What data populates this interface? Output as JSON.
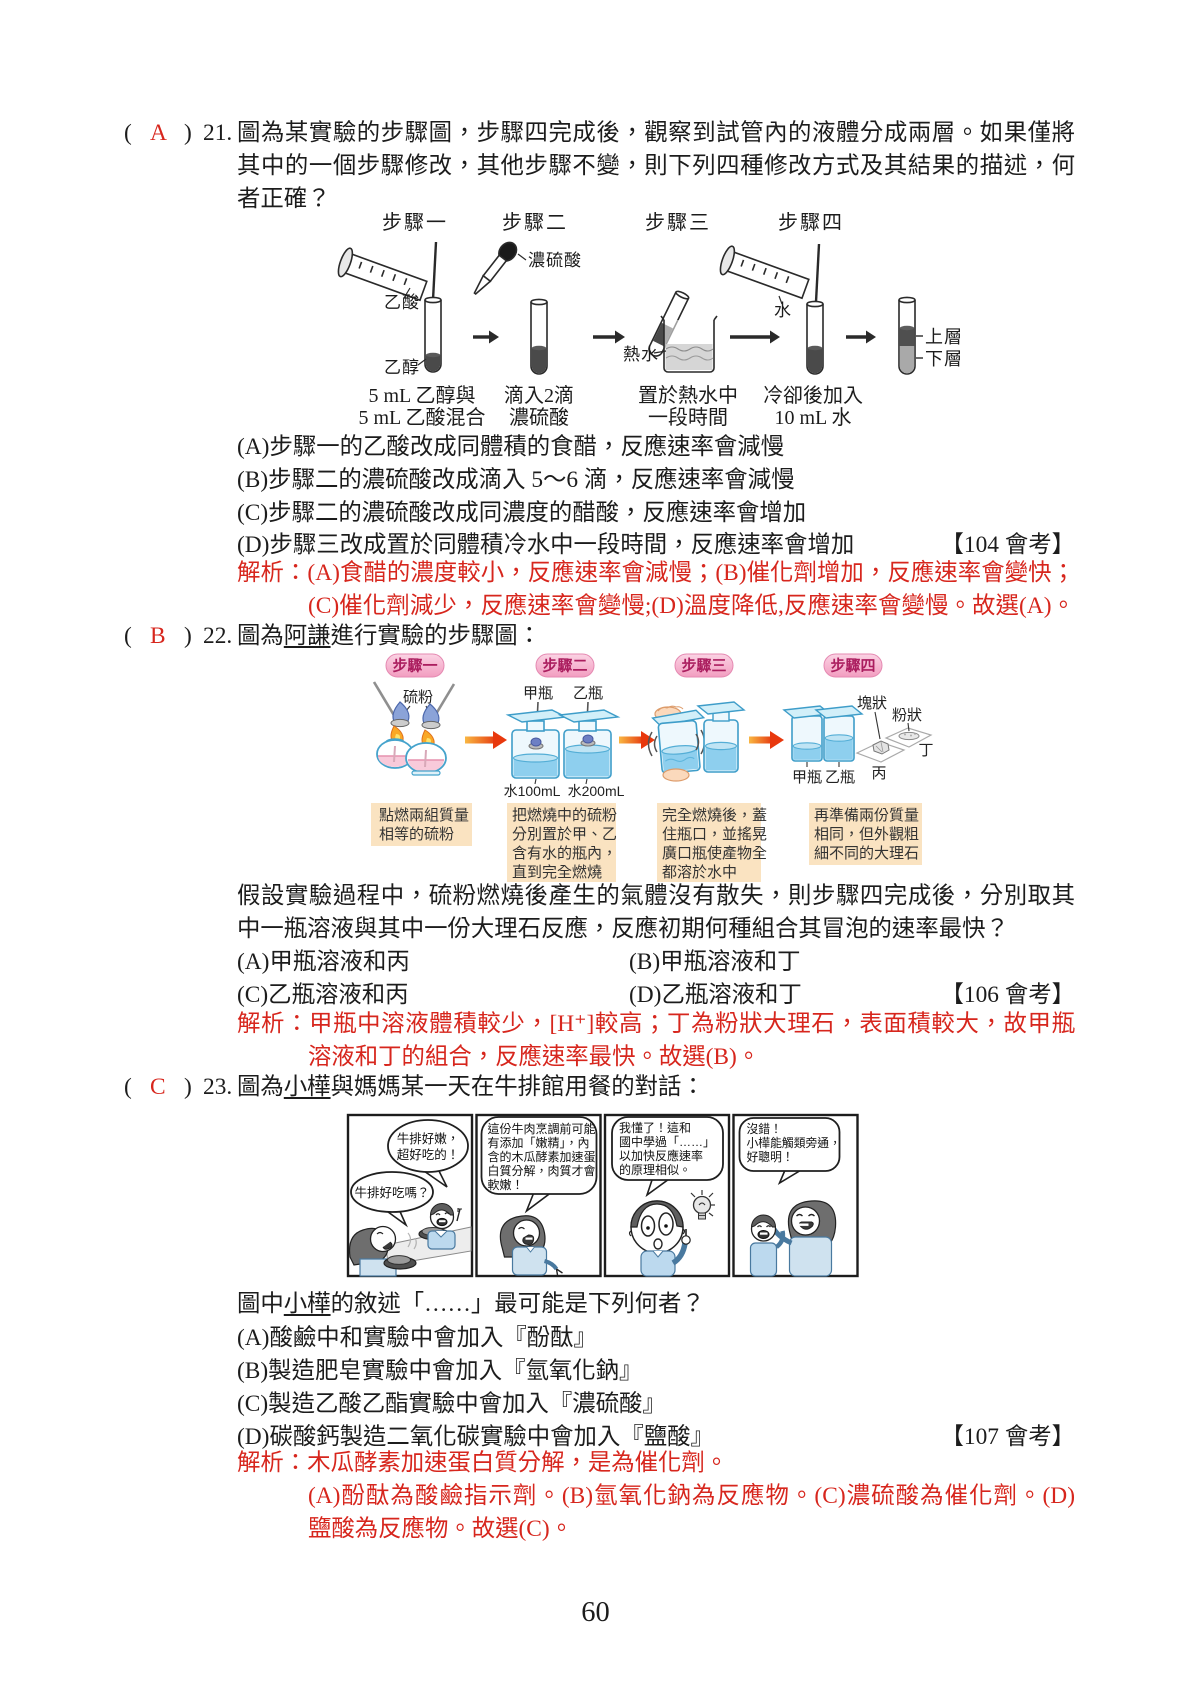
{
  "page": {
    "number": "60"
  },
  "colors": {
    "red": "#d7261d",
    "text": "#1c1c1c",
    "pill_fill": "#f7b9d3",
    "pill_text": "#ab1e5f",
    "caption_box": "#fae3c1",
    "bottle_outline": "#3e9dc9",
    "water": "#8ecfee",
    "arrow_orange_from": "#f9b742",
    "arrow_orange_to": "#e84816"
  },
  "q21": {
    "marker_open": "(",
    "answer": "A",
    "marker_close": ")",
    "number": "21.",
    "lines": [
      "圖為某實驗的步驟圖，步驟四完成後，觀察到試管內的液體分成兩層。如果僅將",
      "其中的一個步驟修改，其他步驟不變，則下列四種修改方式及其結果的描述，何",
      "者正確？"
    ],
    "diagram": {
      "step_labels": [
        "步驟一",
        "步驟二",
        "步驟三",
        "步驟四"
      ],
      "acetic_acid": "乙酸",
      "ethanol": "乙醇",
      "conc_h2so4": "濃硫酸",
      "hot_water": "熱水",
      "water": "水",
      "upper_layer": "上層",
      "lower_layer": "下層",
      "captions": [
        [
          "5 mL 乙醇與",
          "5 mL 乙酸混合"
        ],
        [
          "滴入2滴",
          "濃硫酸"
        ],
        [
          "置於熱水中",
          "一段時間"
        ],
        [
          "冷卻後加入",
          "10 mL 水"
        ]
      ]
    },
    "options": [
      "(A)步驟一的乙酸改成同體積的食醋，反應速率會減慢",
      "(B)步驟二的濃硫酸改成滴入 5～6 滴，反應速率會減慢",
      "(C)步驟二的濃硫酸改成同濃度的醋酸，反應速率會增加",
      "(D)步驟三改成置於同體積冷水中一段時間，反應速率會增加"
    ],
    "exam_tag": "【104 會考】",
    "explain_label": "解析：",
    "explain_line1": "(A)食醋的濃度較小，反應速率會減慢；(B)催化劑增加，反應速率會變快；",
    "explain_line2": "(C)催化劑減少，反應速率會變慢;(D)溫度降低,反應速率會變慢。故選(A)。"
  },
  "q22": {
    "marker_open": "(",
    "answer": "B",
    "marker_close": ")",
    "number": "22.",
    "head_pre": "圖為",
    "head_name": "阿謙",
    "head_post": "進行實驗的步驟圖：",
    "diagram": {
      "step_labels": [
        "步驟一",
        "步驟二",
        "步驟三",
        "步驟四"
      ],
      "sulfur": "硫粉",
      "bottle_a": "甲瓶",
      "bottle_b": "乙瓶",
      "water_100": "水100mL",
      "water_200": "水200mL",
      "lump": "塊狀",
      "powder": "粉狀",
      "c_label": "丙",
      "d_label": "丁",
      "bottle_a2": "甲瓶",
      "bottle_b2": "乙瓶",
      "captions": [
        [
          "點燃兩組質量",
          "相等的硫粉"
        ],
        [
          "把燃燒中的硫粉",
          "分別置於甲、乙",
          "含有水的瓶內，",
          "直到完全燃燒"
        ],
        [
          "完全燃燒後，蓋",
          "住瓶口，並搖晃",
          "廣口瓶使產物全",
          "都溶於水中"
        ],
        [
          "再準備兩份質量",
          "相同，但外觀粗",
          "細不同的大理石"
        ]
      ]
    },
    "lines": [
      "假設實驗過程中，硫粉燃燒後產生的氣體沒有散失，則步驟四完成後，分別取其",
      "中一瓶溶液與其中一份大理石反應，反應初期何種組合其冒泡的速率最快？"
    ],
    "options_row1": [
      "(A)甲瓶溶液和丙",
      "(B)甲瓶溶液和丁"
    ],
    "options_row2": [
      "(C)乙瓶溶液和丙",
      "(D)乙瓶溶液和丁"
    ],
    "exam_tag": "【106 會考】",
    "explain_label": "解析：",
    "explain_line1": "甲瓶中溶液體積較少，[H⁺]較高；丁為粉狀大理石，表面積較大，故甲瓶",
    "explain_line2": "溶液和丁的組合，反應速率最快。故選(B)。"
  },
  "q23": {
    "marker_open": "(",
    "answer": "C",
    "marker_close": ")",
    "number": "23.",
    "head_pre": "圖為",
    "head_name": "小樺",
    "head_post": "與媽媽某一天在牛排館用餐的對話：",
    "comic": {
      "p1_b1": [
        "牛排好嫩，",
        "超好吃的！"
      ],
      "p1_b2": "牛排好吃嗎？",
      "p2_b1": [
        "這份牛肉烹調前可能",
        "有添加「嫩精」，內",
        "含的木瓜酵素加速蛋",
        "白質分解，肉質才會",
        "軟嫩！"
      ],
      "p3_b1": [
        "我懂了！這和",
        "國中學過「……」",
        "以加快反應速率",
        "的原理相似。"
      ],
      "p4_b1": [
        "沒錯！",
        "小樺能觸類旁通，",
        "好聰明！"
      ]
    },
    "ask_pre": "圖中",
    "ask_name": "小樺",
    "ask_post": "的敘述「……」最可能是下列何者？",
    "options": [
      "(A)酸鹼中和實驗中會加入『酚酞』",
      "(B)製造肥皂實驗中會加入『氫氧化鈉』",
      "(C)製造乙酸乙酯實驗中會加入『濃硫酸』",
      "(D)碳酸鈣製造二氧化碳實驗中會加入『鹽酸』"
    ],
    "exam_tag": "【107 會考】",
    "explain_label": "解析：",
    "explain_line1": "木瓜酵素加速蛋白質分解，是為催化劑。",
    "explain_line2": "(A)酚酞為酸鹼指示劑。(B)氫氧化鈉為反應物。(C)濃硫酸為催化劑。(D)",
    "explain_line3": "鹽酸為反應物。故選(C)。"
  }
}
